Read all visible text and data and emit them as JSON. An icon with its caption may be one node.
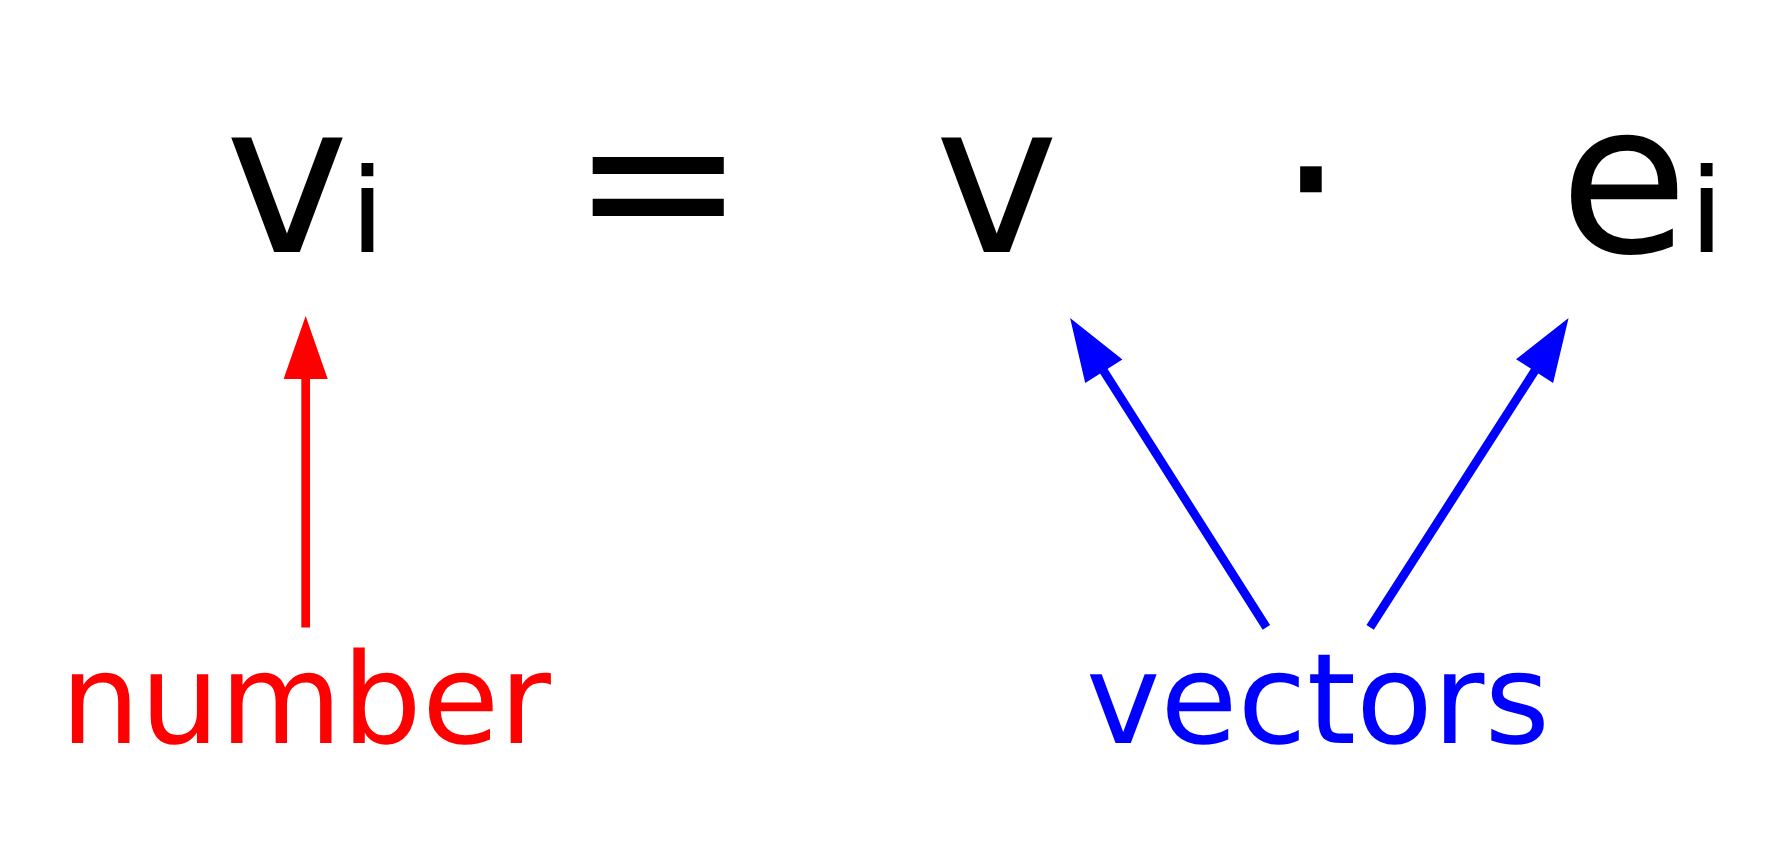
{
  "diagram": {
    "nodes": [
      {
        "text": [
          "vᵢ"
        ]
      },
      {
        "text": [
          "v"
        ]
      },
      {
        "text": [
          "eᵢ"
        ]
      },
      {
        "text": [
          "number"
        ]
      },
      {
        "text": [
          "vectors"
        ]
      }
    ],
    "edges": [
      {
        "from": 3,
        "to": 0,
        "arrow": "to",
        "color": "#ff0000"
      },
      {
        "from": 4,
        "to": 1,
        "arrow": "to",
        "color": "#0000ff"
      },
      {
        "from": 4,
        "to": 2,
        "arrow": "to",
        "color": "#0000ff"
      }
    ],
    "labels": [
      "=",
      "·"
    ]
  }
}
